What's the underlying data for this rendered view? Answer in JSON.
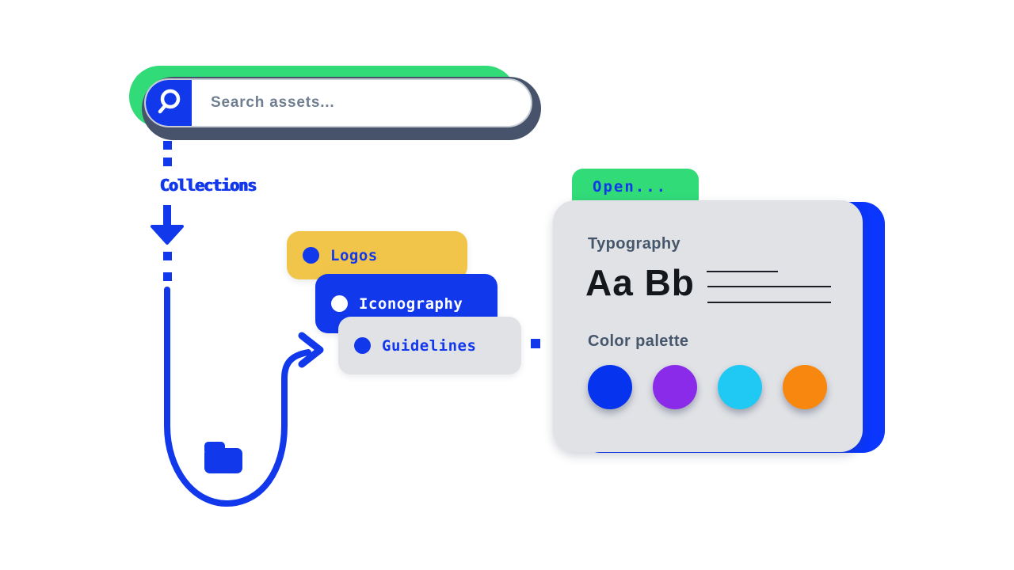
{
  "search_bar": {
    "placeholder": "Search assets...",
    "icon": "magnifier-icon",
    "accent_green": "#31db78",
    "shadow_slate": "#46536b",
    "icon_bg": "#1238ec",
    "placeholder_color": "#6f7e90"
  },
  "connector": {
    "label": "Collections",
    "color": "#1238ec"
  },
  "collections": {
    "items": [
      {
        "label": "Logos",
        "bg": "#f0c54a",
        "text_color": "#1238ec",
        "dot_color": "#1238ec"
      },
      {
        "label": "Iconography",
        "bg": "#1238ec",
        "text_color": "#ffffff",
        "dot_color": "#ffffff"
      },
      {
        "label": "Guidelines",
        "bg": "#e0e2e6",
        "text_color": "#1238ec",
        "dot_color": "#1238ec"
      }
    ]
  },
  "flow": {
    "folder_icon_color": "#1238ec",
    "line_color": "#1238ec"
  },
  "asset_card": {
    "open_button": {
      "label": "Open...",
      "bg": "#31db78",
      "text_color": "#1238ec"
    },
    "typography_label": "Typography",
    "type_sample": "Aa Bb",
    "color_palette_label": "Color palette",
    "card_bg": "#e0e2e6",
    "back_accent": "#0a36fd",
    "swatches": [
      {
        "name": "blue",
        "hex": "#0634ee"
      },
      {
        "name": "purple",
        "hex": "#8b2bea"
      },
      {
        "name": "cyan",
        "hex": "#20c8f4"
      },
      {
        "name": "orange",
        "hex": "#f8870f"
      }
    ]
  }
}
